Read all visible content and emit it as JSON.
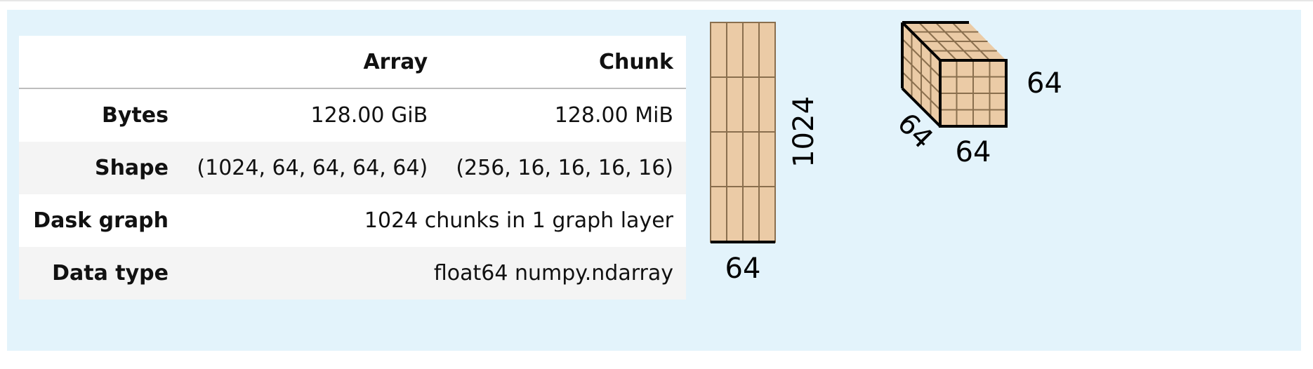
{
  "table": {
    "headers": {
      "col1": "",
      "array": "Array",
      "chunk": "Chunk"
    },
    "rows": {
      "bytes": {
        "label": "Bytes",
        "array": "128.00 GiB",
        "chunk": "128.00 MiB"
      },
      "shape": {
        "label": "Shape",
        "array": "(1024, 64, 64, 64, 64)",
        "chunk": "(256, 16, 16, 16, 16)"
      },
      "dask_graph": {
        "label": "Dask graph",
        "value": "1024 chunks in 1 graph layer"
      },
      "data_type": {
        "label": "Data type",
        "value": "float64 numpy.ndarray"
      }
    }
  },
  "diagram": {
    "rect": {
      "width_label": "64",
      "height_label": "1024"
    },
    "cube": {
      "right_label": "64",
      "bottom_label": "64",
      "depth_label": "64"
    },
    "colors": {
      "fill": "#ebcba6",
      "grid": "#8a6f4e",
      "edge": "#000000"
    }
  }
}
